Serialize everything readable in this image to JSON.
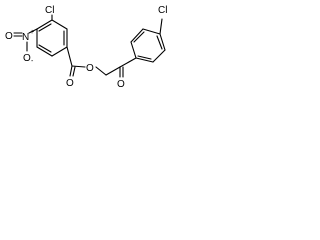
{
  "molecule": {
    "atoms": {
      "cl_left": "Cl",
      "cl_right": "Cl",
      "nitro_n": "N",
      "nitro_n_charge": "+",
      "nitro_o_side": "O",
      "nitro_o_bottom": "O",
      "nitro_o_charge": "-",
      "carbonyl_o_ester": "O",
      "ester_o": "O",
      "carbonyl_o_ketone": "O"
    },
    "colors": {
      "bonds": "#000000",
      "labels": "#000000",
      "background": "#ffffff"
    }
  }
}
